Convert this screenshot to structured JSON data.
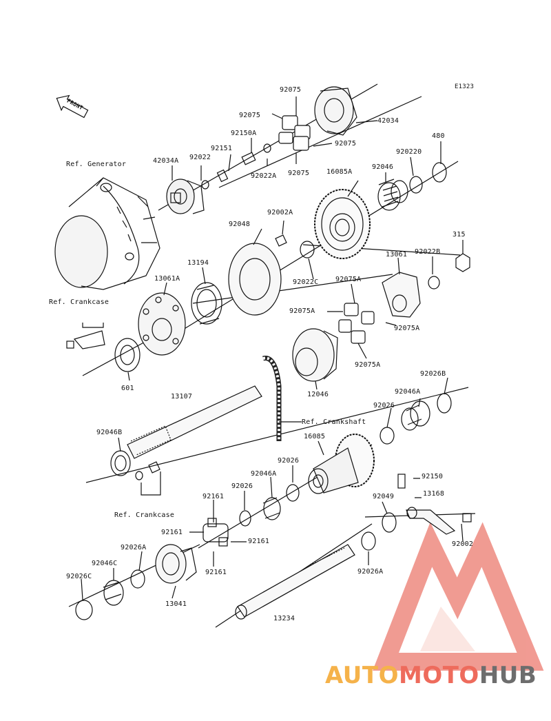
{
  "diagram": {
    "code": "E1323",
    "front_label": "FRONT",
    "labels": {
      "p92075_top": "92075",
      "p92075_left": "92075",
      "p42034": "42034",
      "p92075_right": "92075",
      "p92150A": "92150A",
      "p92151": "92151",
      "p42034A": "42034A",
      "p92022": "92022",
      "p92022A": "92022A",
      "p92075_bottom": "92075",
      "p16085A": "16085A",
      "p920220": "920220",
      "p480": "480",
      "p92046": "92046",
      "ref_generator": "Ref. Generator",
      "p92002A": "92002A",
      "p92048": "92048",
      "p315": "315",
      "p92022B": "92022B",
      "p13194": "13194",
      "p13061A": "13061A",
      "p92022C": "92022C",
      "p13061": "13061",
      "p92075A_top": "92075A",
      "ref_crankcase_top": "Ref. Crankcase",
      "p92075A_left": "92075A",
      "p92075A_right": "92075A",
      "p92075A_bottom": "92075A",
      "p601": "601",
      "p12046": "12046",
      "p13107": "13107",
      "p92026B": "92026B",
      "p92046A_right": "92046A",
      "p92026_right": "92026",
      "ref_crankshaft": "Ref. Crankshaft",
      "p92046B": "92046B",
      "p16085": "16085",
      "p92026_mid": "92026",
      "p92046A_mid": "92046A",
      "p92150": "92150",
      "ref_crankcase_bottom": "Ref. Crankcase",
      "p92161_top": "92161",
      "p92026_low": "92026",
      "p13168": "13168",
      "p92049": "92049",
      "p92161_left": "92161",
      "p92161_right": "92161",
      "p92002": "92002",
      "p92026A_left": "92026A",
      "p92046C": "92046C",
      "p92161_bottom": "92161",
      "p92026A_right": "92026A",
      "p92026C": "92026C",
      "p13041": "13041",
      "p13234": "13234"
    }
  },
  "watermark": {
    "brand_parts": [
      "AUTO",
      "MOTO",
      "HUB"
    ],
    "colors": {
      "auto": "#f5b24a",
      "moto": "#ee6b5c",
      "hub": "#6d6d6d",
      "logo": "#ee7b6e"
    }
  }
}
